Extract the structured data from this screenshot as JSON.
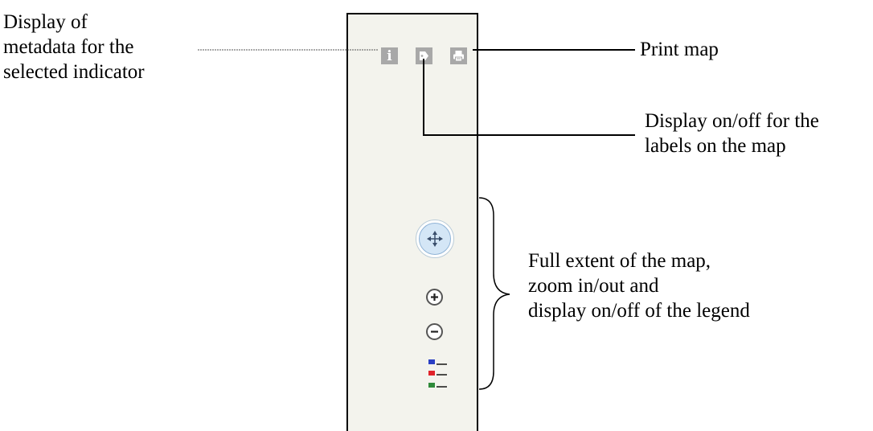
{
  "annotations": {
    "metadata": [
      "Display of",
      "metadata for the",
      "selected indicator"
    ],
    "print": "Print map",
    "labels": [
      "Display on/off for the",
      "labels on the map"
    ],
    "navigation": [
      "Full extent of the map,",
      "zoom in/out and",
      "display on/off of the legend"
    ]
  },
  "tools": {
    "info_glyph": "i",
    "icons": [
      "info-icon",
      "label-icon",
      "print-icon",
      "full-extent-icon",
      "zoom-in-icon",
      "zoom-out-icon",
      "legend-icon"
    ]
  },
  "colors": {
    "panel_background": "#f3f3ed",
    "icon_gray": "#a8a8a8",
    "full_extent_blue": "#d4e6f6",
    "legend_blue": "#2a3fc4",
    "legend_red": "#e0232a",
    "legend_green": "#2f8a3a"
  }
}
